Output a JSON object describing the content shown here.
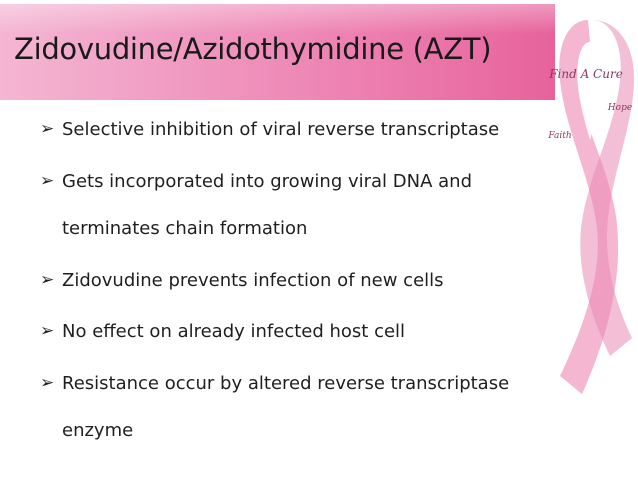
{
  "slide": {
    "title": "Zidovudine/Azidothymidine (AZT)",
    "ribbon": {
      "primary_text": "Find A Cure",
      "left_text": "Faith",
      "right_text": "Hope",
      "ribbon_color": "#f3a9c9",
      "ribbon_shade": "#e98bb4",
      "text_color": "#8a3b63"
    },
    "bullet_icon": "arrow-bullet-icon",
    "bullet_glyph": "➢",
    "bullets": [
      {
        "line1": "Selective inhibition of viral reverse transcriptase",
        "line2": ""
      },
      {
        "line1": "Gets incorporated into growing viral DNA and",
        "line2": "terminates chain formation"
      },
      {
        "line1": "Zidovudine prevents infection of new cells",
        "line2": ""
      },
      {
        "line1": "No effect on already infected host cell",
        "line2": ""
      },
      {
        "line1": "Resistance occur by altered reverse transcriptase",
        "line2": "enzyme"
      }
    ]
  }
}
